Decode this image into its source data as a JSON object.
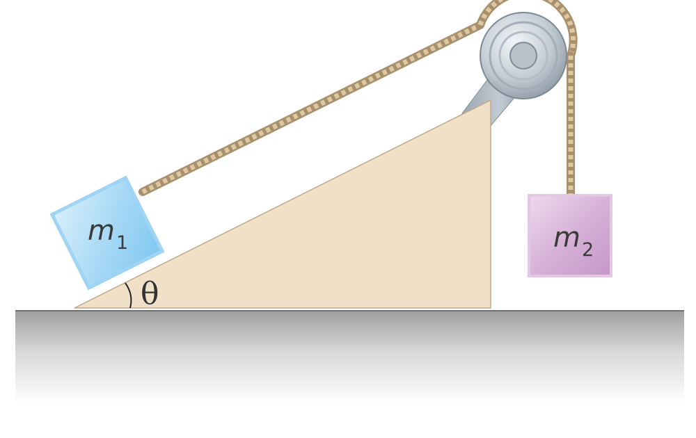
{
  "diagram": {
    "mass1": {
      "symbol": "m",
      "subscript": "1"
    },
    "mass2": {
      "symbol": "m",
      "subscript": "2"
    },
    "angle": {
      "symbol": "θ"
    }
  }
}
